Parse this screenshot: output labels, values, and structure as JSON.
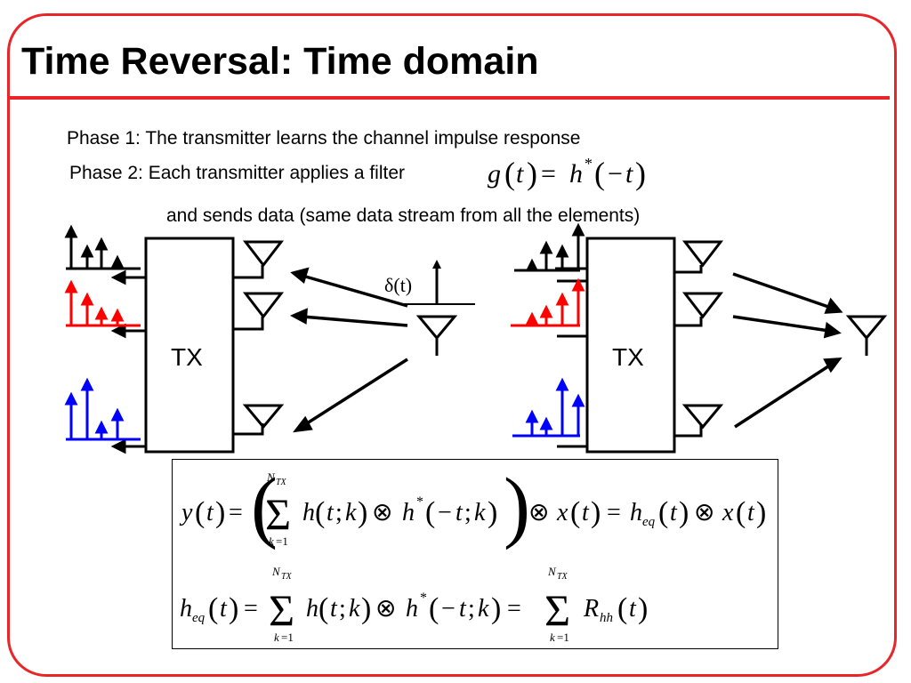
{
  "slide": {
    "title": "Time Reversal: Time domain",
    "phase1": "Phase 1: The transmitter learns the channel impulse response",
    "phase2": "Phase 2: Each transmitter applies a filter",
    "phase2_cont": "and sends data (same data stream from all the elements)",
    "filter_formula": "g(t) = h*(−t)",
    "left_block_label": "TX",
    "right_block_label": "TX",
    "impulse_label": "δ(t)"
  },
  "equations": {
    "eq1": "y(t) = ( Σ_{k=1}^{N_TX} h(t;k) ⊗ h*(−t;k) ) ⊗ x(t) = h_eq(t) ⊗ x(t)",
    "eq2": "h_eq(t) = Σ_{k=1}^{N_TX} h(t;k) ⊗ h*(−t;k) = Σ_{k=1}^{N_TX} R_hh(t)"
  },
  "colors": {
    "accent_red": "#e8262a",
    "path_black": "#000000",
    "path_red": "#ff0000",
    "path_blue": "#0000ff"
  }
}
